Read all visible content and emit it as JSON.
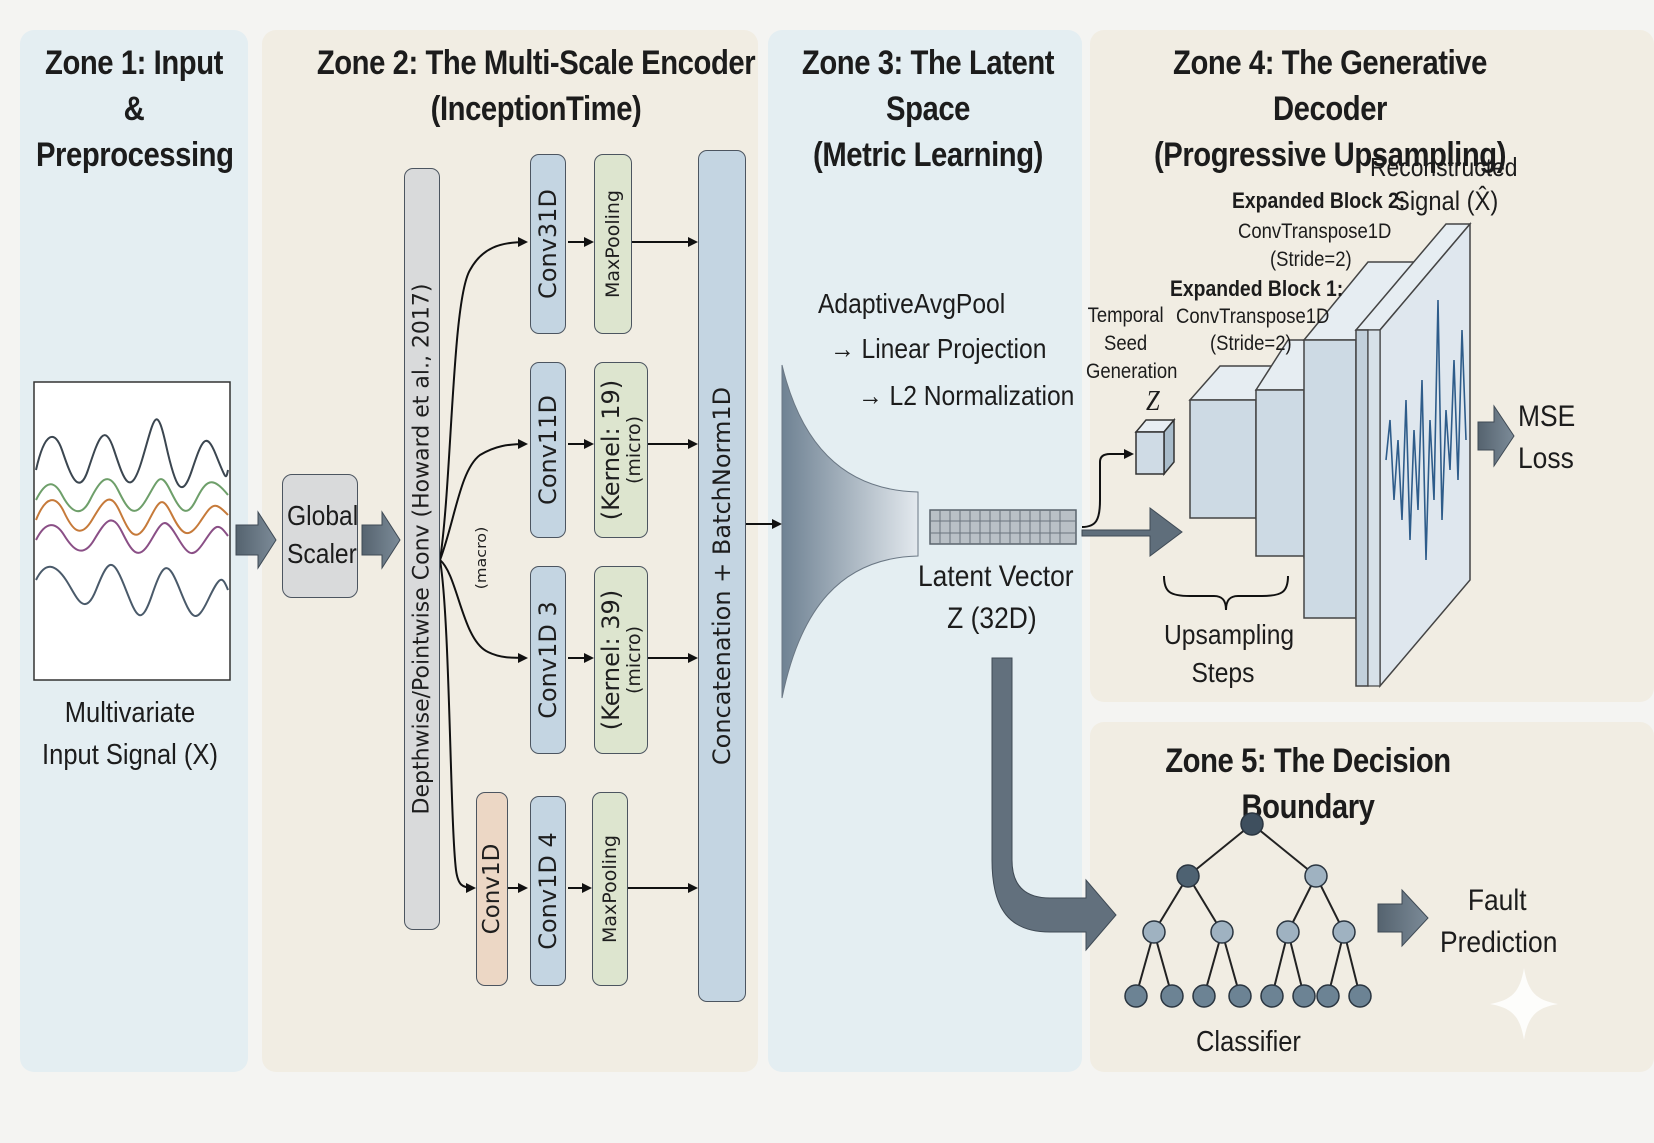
{
  "zones": {
    "zone1": {
      "title_l1": "Zone 1: Input &",
      "title_l2": "Preprocessing"
    },
    "zone2": {
      "title_l1": "Zone 2: The Multi-Scale Encoder",
      "title_l2": "(InceptionTime)"
    },
    "zone3": {
      "title_l1": "Zone 3: The Latent Space",
      "title_l2": "(Metric Learning)"
    },
    "zone4": {
      "title_l1": "Zone 4: The Generative Decoder",
      "title_l2": "(Progressive Upsampling)"
    },
    "zone5": {
      "title": "Zone 5: The Decision Boundary"
    }
  },
  "input": {
    "label_l1": "Multivariate",
    "label_l2": "Input Signal (X)"
  },
  "scaler": {
    "l1": "Global",
    "l2": "Scaler"
  },
  "encoder": {
    "depthwise": "Depthwise/Pointwise Conv (Howard et al., 2017)",
    "macro": "(macro)",
    "conv31": "Conv31D",
    "maxpool1": "MaxPooling",
    "conv11": "Conv11D",
    "kernel19": "(Kernel: 19)",
    "kernel19_sub": "(micro)",
    "conv3": "Conv1D 3",
    "kernel39": "(Kernel: 39)",
    "kernel39_sub": "(micro)",
    "conv1d": "Conv1D",
    "conv4": "Conv1D 4",
    "maxpool2": "MaxPooling",
    "concat": "Concatenation + BatchNorm1D"
  },
  "latent": {
    "pool": "AdaptiveAvgPool",
    "proj": "→ Linear Projection",
    "norm": "→ L2 Normalization",
    "vector_l1": "Latent Vector",
    "vector_l2": "Z (32D)"
  },
  "decoder": {
    "recon_l1": "Reconstructed",
    "block2_bold": "Expanded Block 2:",
    "recon_l2": "Signal (X̂)",
    "block2_op": "ConvTranspose1D",
    "block2_stride": "(Stride=2)",
    "block1_bold": "Expanded Block 1:",
    "block1_op": "ConvTranspose1D",
    "block1_stride": "(Stride=2)",
    "seed_l1": "Temporal",
    "seed_l2": "Seed",
    "seed_l3": "Generation",
    "seed_z": "Z",
    "upsampling_l1": "Upsampling",
    "upsampling_l2": "Steps",
    "loss_l1": "MSE",
    "loss_l2": "Loss"
  },
  "classifier": {
    "label": "Classifier",
    "fault_l1": "Fault",
    "fault_l2": "Prediction"
  },
  "colors": {
    "zone_blue": "#e4eef2",
    "zone_beige": "#f1ede3",
    "conv_blue": "#c4d5e2",
    "pool_green": "#dde5cf",
    "conv_orange": "#ecd7c5",
    "grey_box": "#d9dadb",
    "arrow": "#5f6e7b",
    "node": "#6c8394"
  }
}
